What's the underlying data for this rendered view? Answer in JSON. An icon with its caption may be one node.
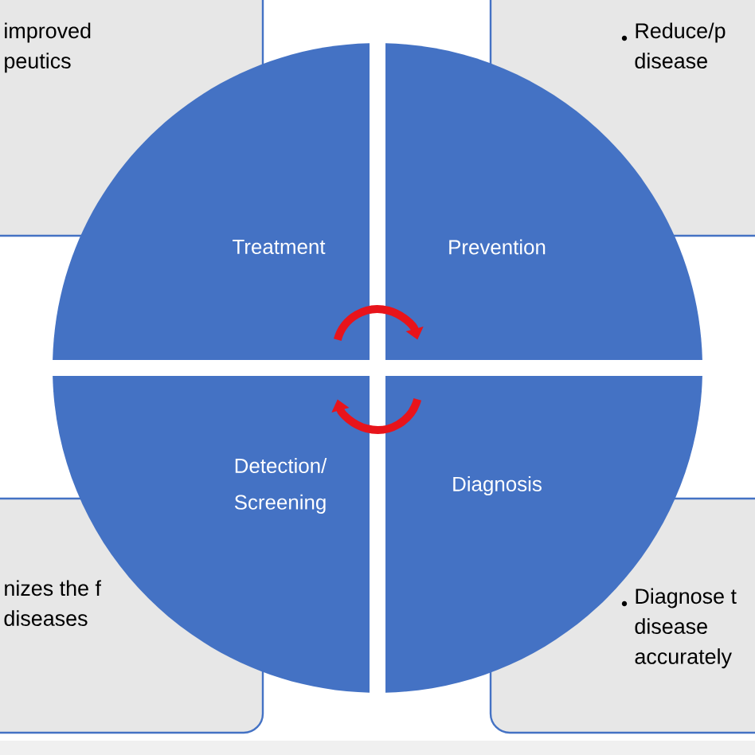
{
  "diagram": {
    "nodes": [
      {
        "text": [
          "improved peutics"
        ]
      },
      {
        "text": [
          "Reduce/p disease"
        ]
      },
      {
        "text": [
          "Treatment"
        ]
      },
      {
        "text": [
          "Prevention"
        ]
      },
      {
        "text": [
          "Detection/ Screening"
        ]
      },
      {
        "text": [
          "Diagnosis"
        ]
      },
      {
        "text": [
          "nizes the f diseases"
        ]
      },
      {
        "text": [
          "Diagnose t disease accurately"
        ]
      }
    ],
    "edges": [
      {
        "from": 2,
        "to": 3,
        "arrow": "to",
        "color": "#e8141b"
      },
      {
        "from": 5,
        "to": 4,
        "arrow": "to",
        "color": "#e8141b"
      }
    ]
  }
}
